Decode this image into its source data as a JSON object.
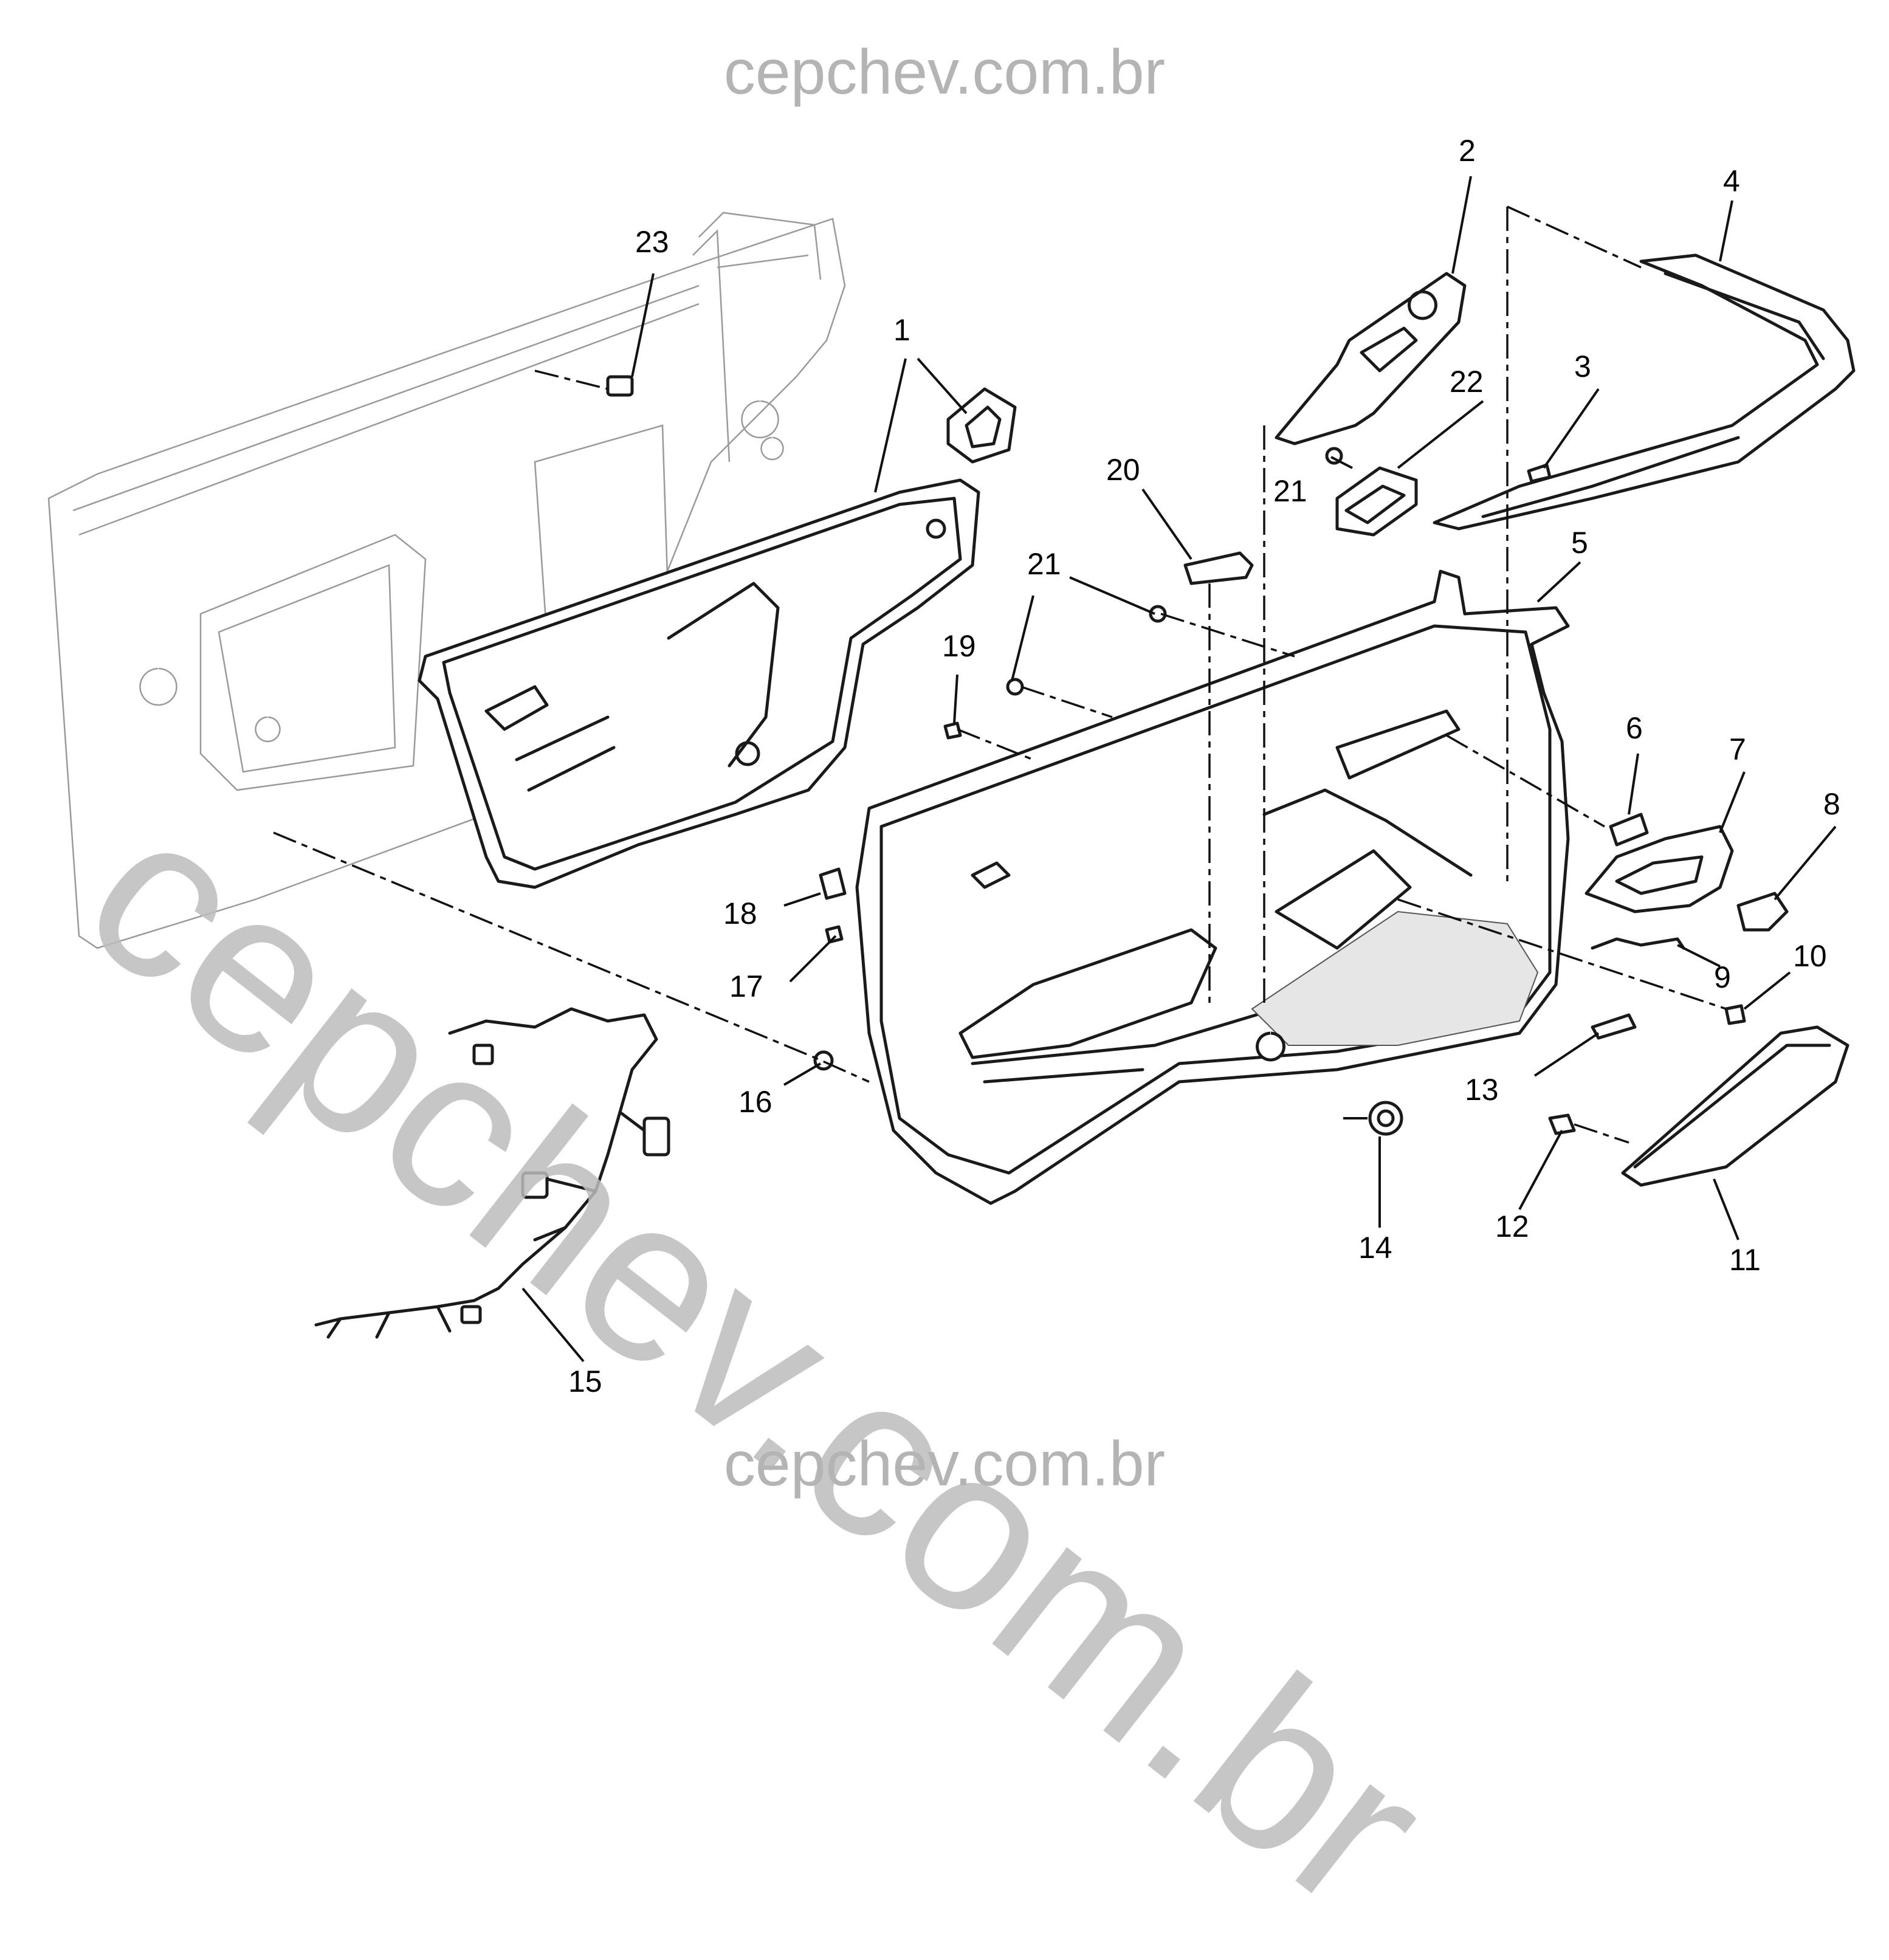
{
  "watermark": {
    "top_text": "cepchev.com.br",
    "bottom_text": "cepchev.com.br",
    "diagonal_text": "cepchev.com.br",
    "color": "#b4b4b4"
  },
  "callouts": [
    {
      "id": 1,
      "label": "1"
    },
    {
      "id": 2,
      "label": "2"
    },
    {
      "id": 3,
      "label": "3"
    },
    {
      "id": 4,
      "label": "4"
    },
    {
      "id": 5,
      "label": "5"
    },
    {
      "id": 6,
      "label": "6"
    },
    {
      "id": 7,
      "label": "7"
    },
    {
      "id": 8,
      "label": "8"
    },
    {
      "id": 9,
      "label": "9"
    },
    {
      "id": 10,
      "label": "10"
    },
    {
      "id": 11,
      "label": "11"
    },
    {
      "id": 12,
      "label": "12"
    },
    {
      "id": 13,
      "label": "13"
    },
    {
      "id": 14,
      "label": "14"
    },
    {
      "id": 15,
      "label": "15"
    },
    {
      "id": 16,
      "label": "16"
    },
    {
      "id": 17,
      "label": "17"
    },
    {
      "id": 18,
      "label": "18"
    },
    {
      "id": 19,
      "label": "19"
    },
    {
      "id": 20,
      "label": "20"
    },
    {
      "id": 21,
      "label": "21"
    },
    {
      "id": 22,
      "label": "22"
    },
    {
      "id": 23,
      "label": "23"
    }
  ]
}
